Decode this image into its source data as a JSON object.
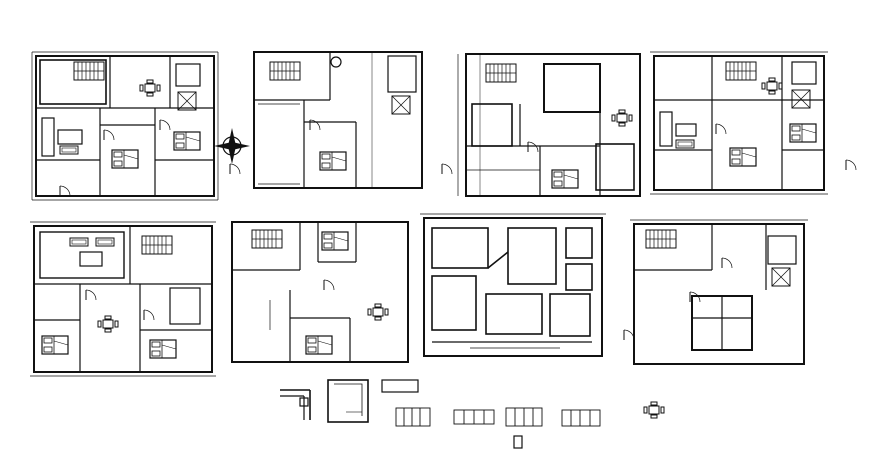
{
  "drawing": {
    "ink_color": "#111111",
    "background_color": "#ffffff",
    "plans": [
      {
        "id": "plan-1",
        "kind": "furnished-floor-plan"
      },
      {
        "id": "plan-2",
        "kind": "structural-floor-plan"
      },
      {
        "id": "plan-3",
        "kind": "partition-floor-plan"
      },
      {
        "id": "plan-4",
        "kind": "furnished-floor-plan"
      },
      {
        "id": "plan-5",
        "kind": "furnished-floor-plan"
      },
      {
        "id": "plan-6",
        "kind": "structural-floor-plan"
      },
      {
        "id": "plan-7",
        "kind": "room-layout-plan"
      },
      {
        "id": "plan-8",
        "kind": "structural-floor-plan"
      }
    ],
    "symbols": [
      "north-arrow-icon",
      "door-swing-icon",
      "dining-set-icon",
      "bed-icon",
      "staircase-icon",
      "sofa-icon"
    ],
    "detail_blocks": [
      "wall-corner-detail",
      "stair-corner-detail",
      "slab-rectangle",
      "step-block",
      "step-block",
      "step-block",
      "step-block",
      "dining-set-block",
      "door-block"
    ]
  }
}
